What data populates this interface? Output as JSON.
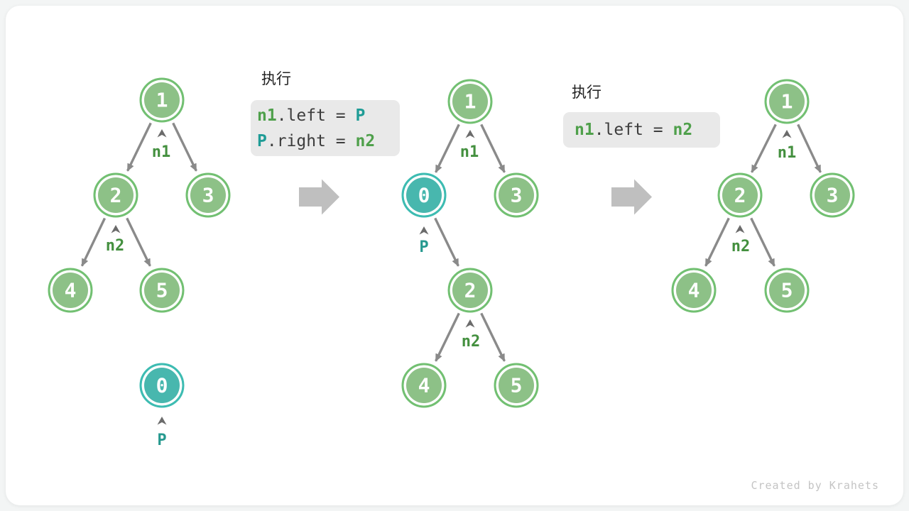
{
  "watermark": "Created by Krahets",
  "colors": {
    "node_green_fill": "#8dc187",
    "node_green_border": "#72c072",
    "node_teal_fill": "#48b7ae",
    "node_teal_border": "#3dbcb2",
    "pointer_green": "#44903f",
    "pointer_teal": "#26998f",
    "code_green": "#4fa04b",
    "code_teal": "#1f9c96",
    "code_plain": "#3d3d3d",
    "edge_gray": "#8a8a8a",
    "block_arrow_gray": "#bfbfbf",
    "code_box_bg": "#e9e9e9",
    "card_bg": "#ffffff"
  },
  "code_panels": [
    {
      "title": "执行",
      "lines": [
        {
          "tokens": [
            {
              "text": "n1",
              "color": "green"
            },
            {
              "text": ".left = ",
              "color": "plain"
            },
            {
              "text": "P",
              "color": "teal"
            }
          ]
        },
        {
          "tokens": [
            {
              "text": "P",
              "color": "teal"
            },
            {
              "text": ".right = ",
              "color": "plain"
            },
            {
              "text": "n2",
              "color": "green"
            }
          ]
        }
      ]
    },
    {
      "title": "执行",
      "lines": [
        {
          "tokens": [
            {
              "text": "n1",
              "color": "green"
            },
            {
              "text": ".left = ",
              "color": "plain"
            },
            {
              "text": "n2",
              "color": "green"
            }
          ]
        }
      ]
    }
  ],
  "trees": [
    {
      "name": "tree-before",
      "nodes": [
        {
          "value": "1",
          "kind": "green"
        },
        {
          "value": "2",
          "kind": "green"
        },
        {
          "value": "3",
          "kind": "green"
        },
        {
          "value": "4",
          "kind": "green"
        },
        {
          "value": "5",
          "kind": "green"
        },
        {
          "value": "0",
          "kind": "teal"
        }
      ],
      "pointers": [
        {
          "label": "n1",
          "color": "green"
        },
        {
          "label": "n2",
          "color": "green"
        },
        {
          "label": "P",
          "color": "teal"
        }
      ]
    },
    {
      "name": "tree-intermediate",
      "nodes": [
        {
          "value": "1",
          "kind": "green"
        },
        {
          "value": "0",
          "kind": "teal"
        },
        {
          "value": "3",
          "kind": "green"
        },
        {
          "value": "2",
          "kind": "green"
        },
        {
          "value": "4",
          "kind": "green"
        },
        {
          "value": "5",
          "kind": "green"
        }
      ],
      "pointers": [
        {
          "label": "n1",
          "color": "green"
        },
        {
          "label": "P",
          "color": "teal"
        },
        {
          "label": "n2",
          "color": "green"
        }
      ]
    },
    {
      "name": "tree-after",
      "nodes": [
        {
          "value": "1",
          "kind": "green"
        },
        {
          "value": "2",
          "kind": "green"
        },
        {
          "value": "3",
          "kind": "green"
        },
        {
          "value": "4",
          "kind": "green"
        },
        {
          "value": "5",
          "kind": "green"
        }
      ],
      "pointers": [
        {
          "label": "n1",
          "color": "green"
        },
        {
          "label": "n2",
          "color": "green"
        }
      ]
    }
  ]
}
